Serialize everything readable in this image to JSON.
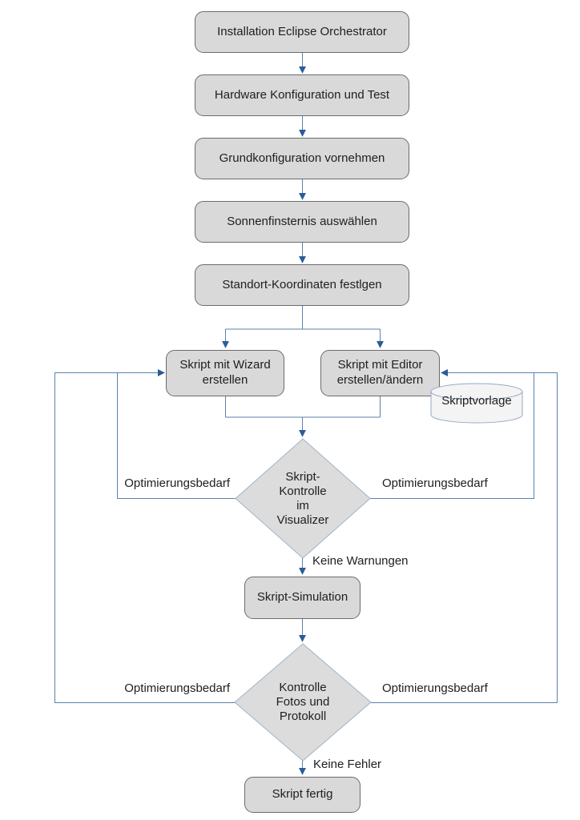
{
  "nodes": {
    "install": {
      "label": "Installation Eclipse Orchestrator",
      "type": "process"
    },
    "hardware": {
      "label": "Hardware Konfiguration und Test",
      "type": "process"
    },
    "grundkonfig": {
      "label": "Grundkonfiguration vornehmen",
      "type": "process"
    },
    "sonnenfinsternis": {
      "label": "Sonnenfinsternis auswählen",
      "type": "process"
    },
    "standort": {
      "label": "Standort-Koordinaten festlgen",
      "type": "process"
    },
    "wizard": {
      "label": "Skript mit Wizard\nerstellen",
      "type": "process"
    },
    "editor": {
      "label": "Skript mit Editor\nerstellen/ändern",
      "type": "process"
    },
    "skriptvorlage": {
      "label": "Skriptvorlage",
      "type": "datastore"
    },
    "visualizer_check": {
      "label": "Skript-\nKontrolle\nim\nVisualizer",
      "type": "decision"
    },
    "simulation": {
      "label": "Skript-Simulation",
      "type": "process"
    },
    "fotos_check": {
      "label": "Kontrolle\nFotos und\nProtokoll",
      "type": "decision"
    },
    "fertig": {
      "label": "Skript fertig",
      "type": "process"
    }
  },
  "edge_labels": {
    "opt1_left": "Optimierungsbedarf",
    "opt1_right": "Optimierungsbedarf",
    "keine_warnungen": "Keine Warnungen",
    "opt2_left": "Optimierungsbedarf",
    "opt2_right": "Optimierungsbedarf",
    "keine_fehler": "Keine Fehler"
  },
  "colors": {
    "background": "#ffffff",
    "process_fill": "#d9d9d9",
    "process_border": "#6b6b6b",
    "decision_fill": "#dcdcdc",
    "decision_border": "#9fb3cb",
    "datastore_fill": "#f4f4f4",
    "datastore_border": "#97a9c4",
    "connector": "#5b82ad",
    "arrowhead": "#2b5c97",
    "text": "#202020"
  }
}
